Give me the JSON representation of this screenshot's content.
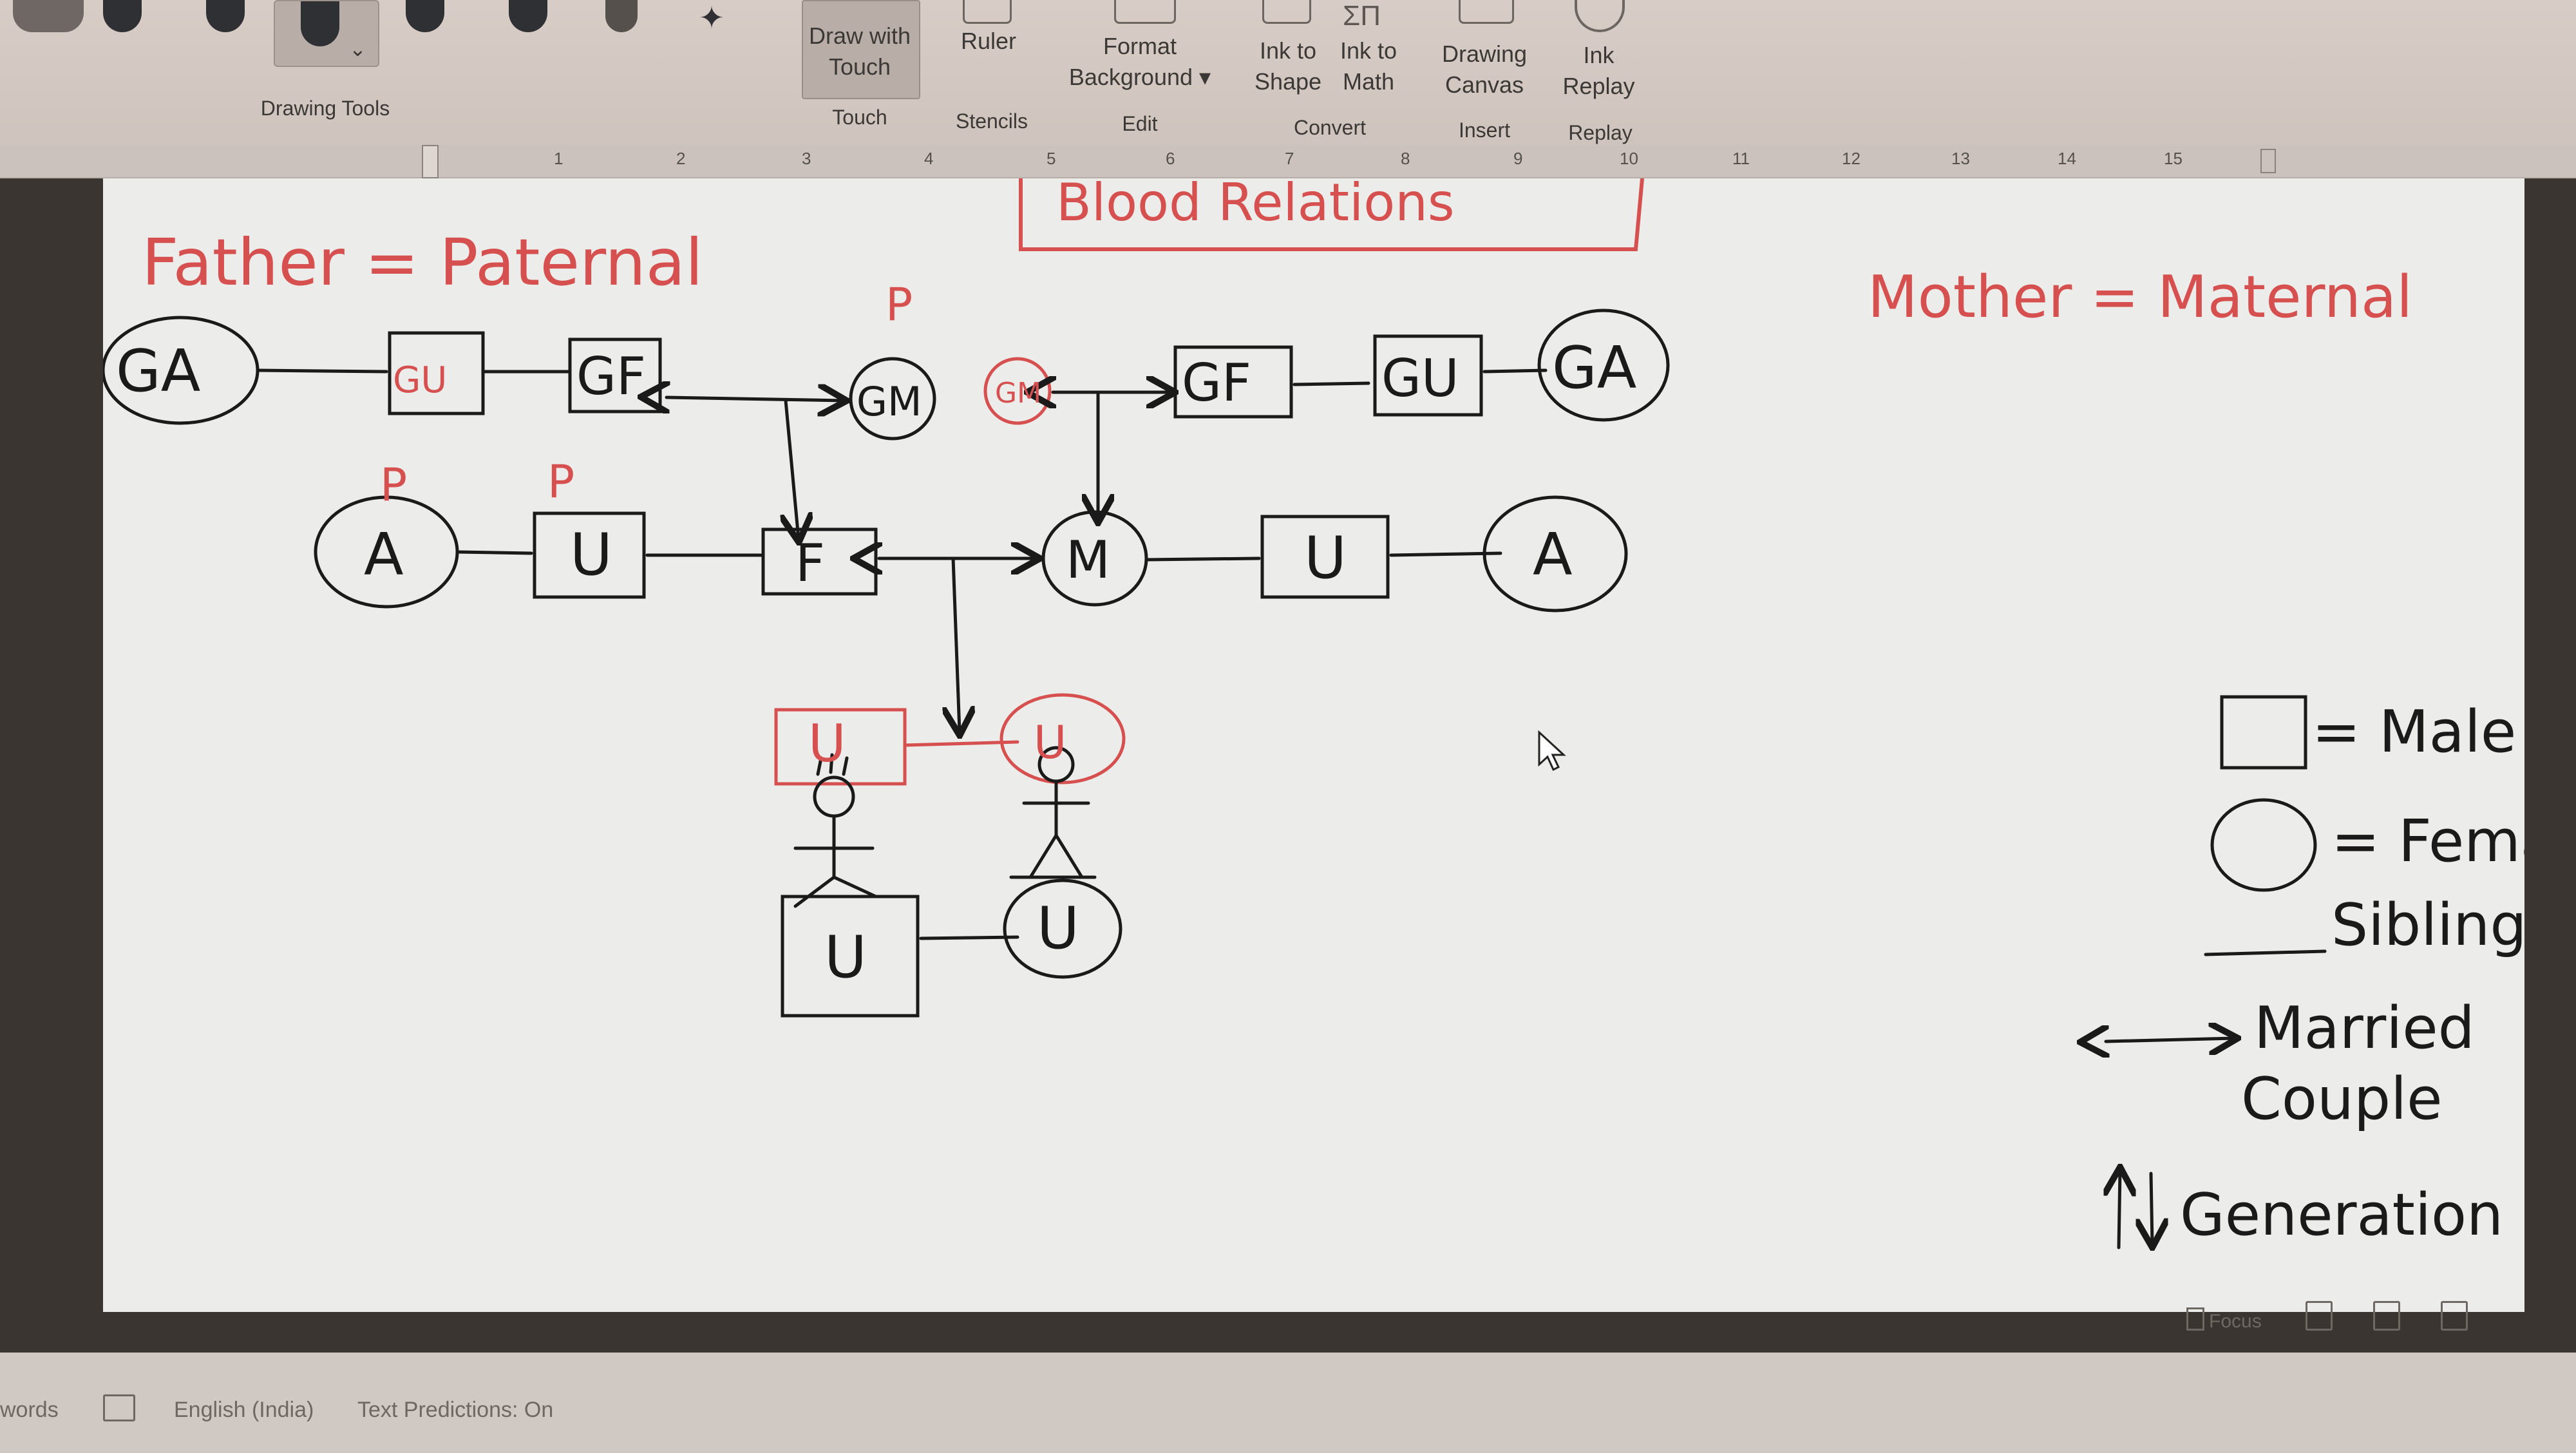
{
  "ribbon": {
    "groups": {
      "drawing_tools": "Drawing Tools",
      "touch": "Touch",
      "stencils": "Stencils",
      "edit": "Edit",
      "convert": "Convert",
      "insert": "Insert",
      "replay": "Replay"
    },
    "buttons": {
      "draw_with_touch": "Draw with\nTouch",
      "ruler": "Ruler",
      "format_background": "Format\nBackground ▾",
      "ink_to_shape": "Ink to\nShape",
      "ink_to_math": "Ink to\nMath",
      "drawing_canvas": "Drawing\nCanvas",
      "ink_replay": "Ink\nReplay"
    }
  },
  "ruler": {
    "numbers": [
      "1",
      "2",
      "3",
      "4",
      "5",
      "6",
      "7",
      "8",
      "9",
      "10",
      "11",
      "12",
      "13",
      "14",
      "15"
    ]
  },
  "diagram": {
    "title_partial": "Blood Relations",
    "father_label": "Father = Paternal",
    "mother_label": "Mother = Maternal",
    "gen1": {
      "p_ga": "GA",
      "p_gu": "GU",
      "p_gf": "GF",
      "p_gm": "GM",
      "m_gm": "GM",
      "m_gf": "GF",
      "m_gu": "GU",
      "m_ga": "GA"
    },
    "gen2": {
      "a_left": "A",
      "u_left": "U",
      "father": "F",
      "mother": "M",
      "u_right": "U",
      "a_right": "A"
    },
    "gen3": {
      "self_m": "U",
      "self_f": "U"
    },
    "gen4": {
      "child_m": "U",
      "child_f": "U"
    },
    "p_marks": [
      "P",
      "P",
      "P"
    ],
    "legend": {
      "male": "= Male",
      "female": "= Female",
      "siblings": "Siblings",
      "married": "Married",
      "couple": "Couple",
      "generation": "Generation"
    },
    "colors": {
      "ink": "#1a1a1a",
      "red_ink": "#d65050",
      "paper": "#ececea"
    }
  },
  "status": {
    "words": "words",
    "language": "English (India)",
    "text_predictions": "Text Predictions: On",
    "focus": "Focus"
  }
}
